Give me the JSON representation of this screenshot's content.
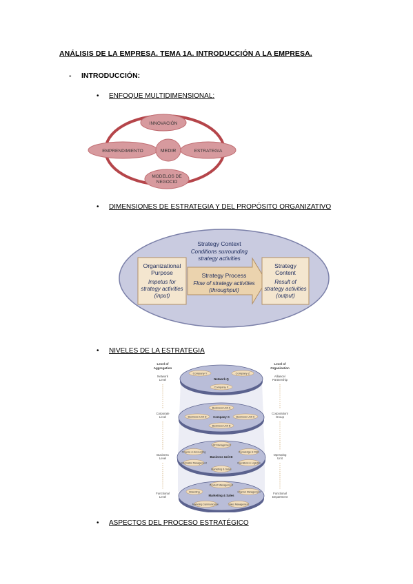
{
  "document": {
    "title": "ANÁLISIS DE LA EMPRESA. TEMA 1A. INTRODUCCIÓN A LA EMPRESA.",
    "section_dash": "-",
    "section": "INTRODUCCIÓN:",
    "bullet_symbol": "•",
    "bullets": [
      "ENFOQUE MULTIDIMENSIONAL:",
      "DIMENSIONES DE ESTRATEGIA Y DEL PROPÓSITO ORGANIZATIVO",
      "NIVELES DE LA ESTRATEGIA",
      "ASPECTOS DEL PROCESO ESTRATÉGICO"
    ]
  },
  "figure1": {
    "center": "MEDIR",
    "top": "INNOVACIÓN",
    "left": "EMPRENDIMIENTO",
    "right": "ESTRATEGIA",
    "bottom_line1": "MODELOS DE",
    "bottom_line2": "NEGOCIO",
    "colors": {
      "ring": "#b5454a",
      "ellipse": "#d79a9e",
      "ellipse_stroke": "#c06c71"
    }
  },
  "figure2": {
    "context_title": "Strategy Context",
    "context_sub1": "Conditions surrounding",
    "context_sub2": "strategy activities",
    "left_title1": "Organizational",
    "left_title2": "Purpose",
    "left_sub1": "Impetus for",
    "left_sub2": "strategy activities",
    "left_sub3": "(input)",
    "mid_title": "Strategy Process",
    "mid_sub1": "Flow of strategy activities",
    "mid_sub2": "(throughput)",
    "right_title1": "Strategy",
    "right_title2": "Content",
    "right_sub1": "Result of",
    "right_sub2": "strategy activities",
    "right_sub3": "(output)",
    "colors": {
      "oval": "#c9cbe0",
      "box": "#f4e6cf",
      "arrow": "#ebd3ae",
      "text": "#1b2a5c"
    }
  },
  "figure3": {
    "left_head1": "Level of",
    "left_head2": "Aggregation",
    "right_head1": "Level of",
    "right_head2": "Organization",
    "left_levels": [
      [
        "Network",
        "Level"
      ],
      [
        "Corporate",
        "Level"
      ],
      [
        "Business",
        "Level"
      ],
      [
        "Functional",
        "Level"
      ]
    ],
    "right_levels": [
      [
        "Alliance/",
        "Partnership"
      ],
      [
        "Corporation/",
        "Group"
      ],
      [
        "Operating",
        "Unit"
      ],
      [
        "Functional",
        "Department"
      ]
    ],
    "discs": [
      {
        "center": "Network Q",
        "items": [
          "Company Y",
          "Company Z",
          "Company X"
        ]
      },
      {
        "center": "Company X",
        "items": [
          "Business Unit A",
          "Business Unit C",
          "Business Unit D",
          "Business Unit B"
        ]
      },
      {
        "center": "Business Unit B",
        "items": [
          "HR Management",
          "Finance & Accounting",
          "Knowledge & R&D",
          "Information Management",
          "Operations & Logistics",
          "Marketing & Sales"
        ]
      },
      {
        "center": "Marketing & Sales",
        "items": [
          "Product Management",
          "Branding",
          "Channel Management",
          "Marketing Communication",
          "Sales Management"
        ]
      }
    ]
  }
}
